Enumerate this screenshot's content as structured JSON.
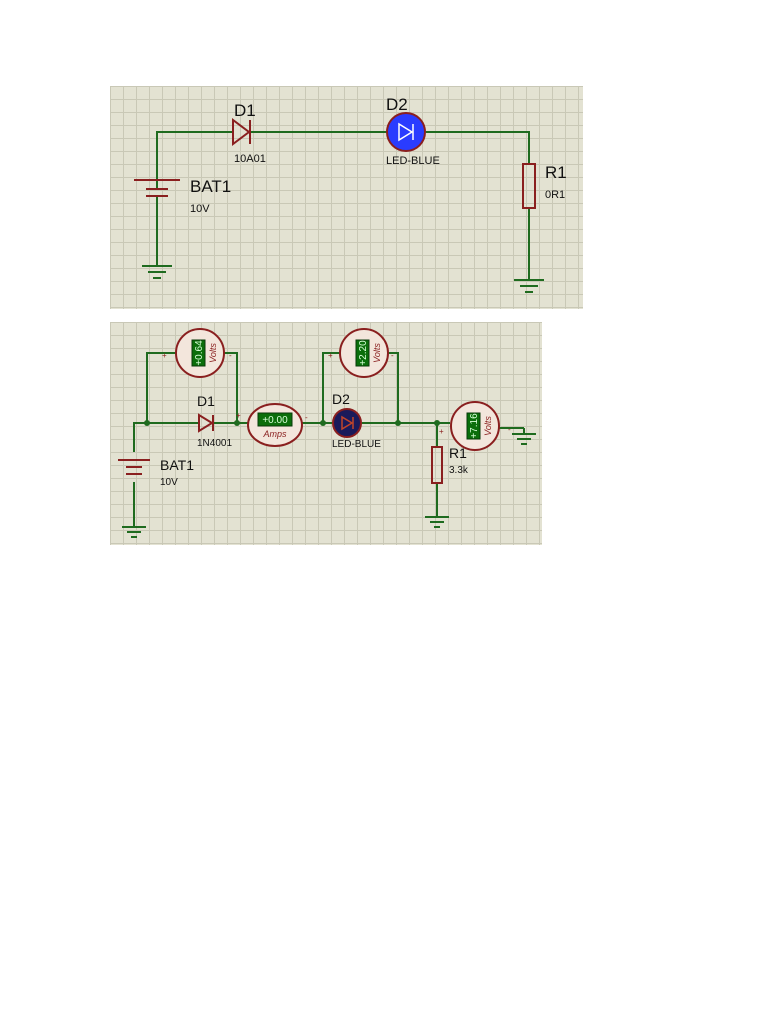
{
  "circuit1": {
    "d1": {
      "ref": "D1",
      "part": "10A01"
    },
    "d2": {
      "ref": "D2",
      "part": "LED-BLUE"
    },
    "r1": {
      "ref": "R1",
      "value": "0R1"
    },
    "bat": {
      "ref": "BAT1",
      "value": "10V"
    }
  },
  "circuit2": {
    "d1": {
      "ref": "D1",
      "part": "1N4001"
    },
    "d2": {
      "ref": "D2",
      "part": "LED-BLUE"
    },
    "r1": {
      "ref": "R1",
      "value": "3.3k"
    },
    "bat": {
      "ref": "BAT1",
      "value": "10V"
    },
    "meters": {
      "v_d1": {
        "reading": "+0.64",
        "unit": "Volts"
      },
      "v_d2": {
        "reading": "+2.20",
        "unit": "Volts"
      },
      "v_r1": {
        "reading": "+7.16",
        "unit": "Volts"
      },
      "amps": {
        "reading": "+0.00",
        "unit": "Amps"
      }
    },
    "polarity": {
      "plus": "+",
      "minus": "-"
    }
  },
  "colors": {
    "wire": "#1f6b1f",
    "component": "#8a1f1f",
    "led_blue": "#2a3cff",
    "led_dark": "#1a1a5a",
    "meter_lcd": "#0b6e0b",
    "grid_bg": "#e3e2d2"
  }
}
